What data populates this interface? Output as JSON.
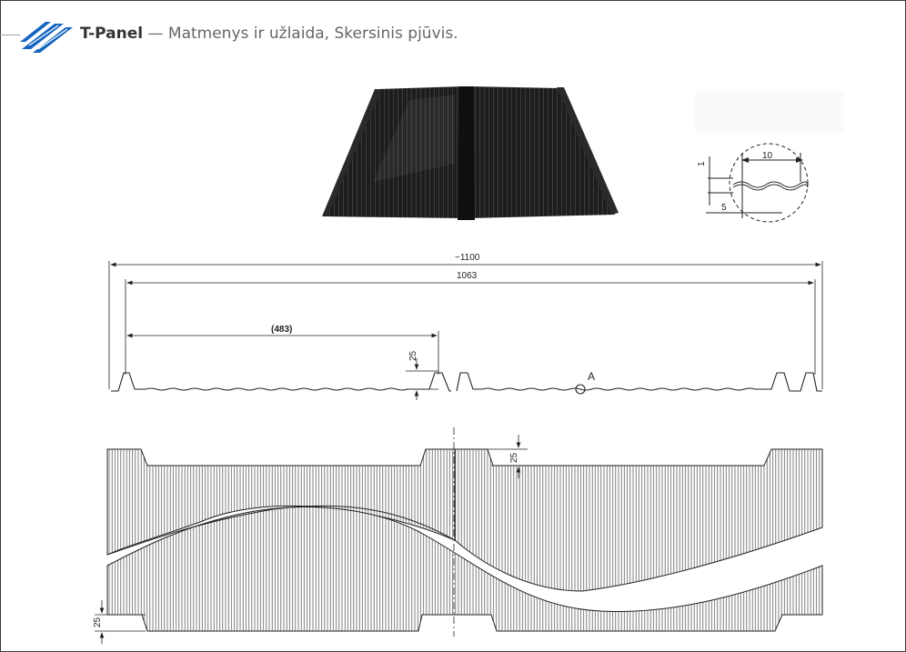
{
  "header": {
    "brand": "T-Panel",
    "separator": "—",
    "subtitle": "Matmenys ir užlaida, Skersinis pjūvis."
  },
  "detail": {
    "dim_10": "10",
    "dim_1": "1",
    "dim_5": "5"
  },
  "section": {
    "overall_width": "~1100",
    "cover_width": "1063",
    "half_width": "(483)",
    "rib_height": "25",
    "detail_marker": "A"
  },
  "overlap": {
    "rib_height_top": "25",
    "rib_height_bottom": "25"
  },
  "colors": {
    "brand_blue": "#1565c0",
    "panel_black": "#1c1c1c",
    "line": "#222222"
  }
}
